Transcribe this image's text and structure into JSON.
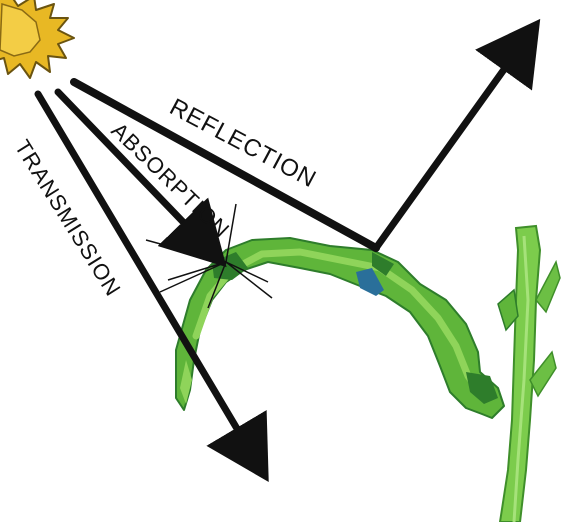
{
  "labels": {
    "reflection": "REFLECTION",
    "absorption": "ABSORPTION",
    "transmission": "TRANSMISSION"
  },
  "colors": {
    "arrow": "#111111",
    "sun_fill": "#e8b824",
    "sun_outline": "#6b5410",
    "leaf_light": "#8fd45a",
    "leaf_mid": "#5fb53a",
    "leaf_dark": "#2e7d2b",
    "leaf_spot": "#2a6f9a",
    "stem": "#7ccc4c"
  },
  "icons": {
    "sun": "sun-icon",
    "leaf": "leaf-icon"
  }
}
